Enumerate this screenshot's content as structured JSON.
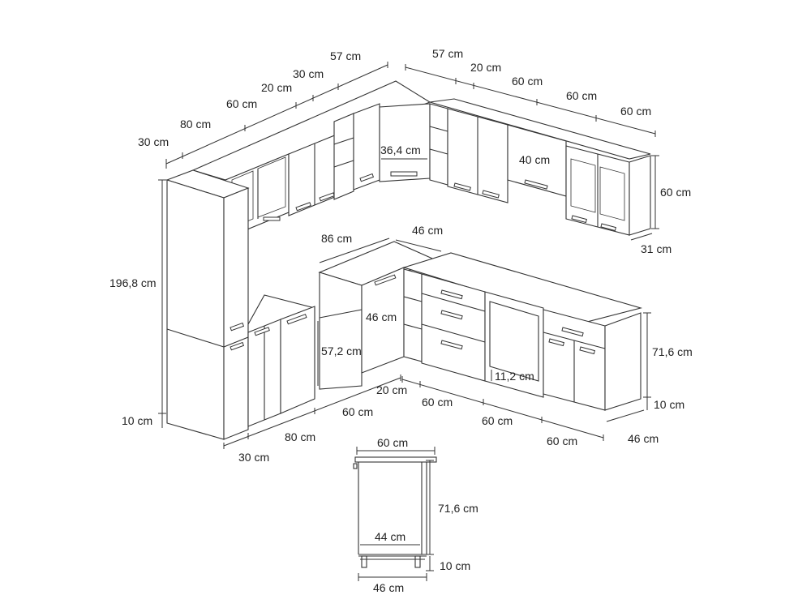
{
  "dimensions": {
    "top_left": [
      "30 cm",
      "80 cm",
      "60 cm",
      "20 cm",
      "30 cm",
      "57 cm"
    ],
    "top_right": [
      "57 cm",
      "20 cm",
      "60 cm",
      "60 cm",
      "60 cm"
    ],
    "corner_wall_width": "36,4 cm",
    "hood_width": "40 cm",
    "wall_height": "60 cm",
    "wall_depth": "31 cm",
    "tall_height": "196,8 cm",
    "plinth_left": "10 cm",
    "base_bottom_left": [
      "30 cm",
      "80 cm",
      "60 cm"
    ],
    "base_bottom_right": [
      "20 cm",
      "60 cm",
      "60 cm",
      "60 cm"
    ],
    "base_depth_right": "46 cm",
    "corner_86": "86 cm",
    "corner_46_top": "46 cm",
    "corner_46_side": "46 cm",
    "dishwasher_height": "57,2 cm",
    "oven_gap": "11,2 cm",
    "base_height": "71,6 cm",
    "plinth_right": "10 cm"
  },
  "detail": {
    "width": "60 cm",
    "height": "71,6 cm",
    "inner_width": "44 cm",
    "plinth": "10 cm",
    "depth": "46 cm"
  }
}
